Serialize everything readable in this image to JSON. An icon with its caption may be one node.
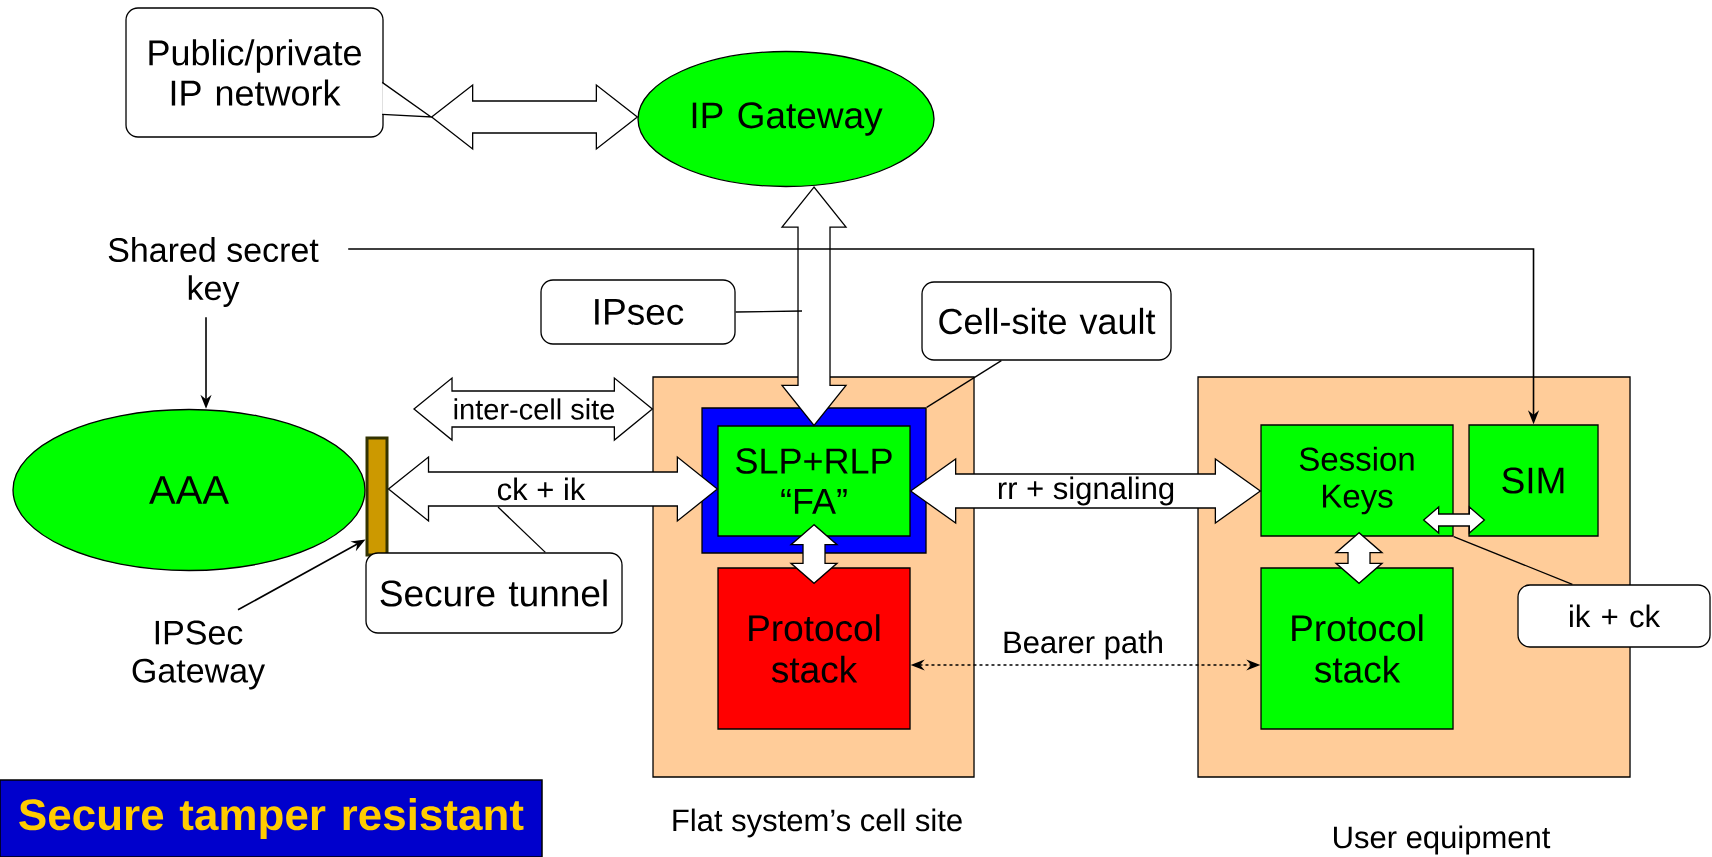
{
  "diagram": {
    "nodes": [
      {
        "text": [
          "Public/private IP network"
        ]
      },
      {
        "text": [
          "IP Gateway"
        ]
      },
      {
        "text": [
          "Shared secret key"
        ]
      },
      {
        "text": [
          "IPsec"
        ]
      },
      {
        "text": [
          "Cell-site vault"
        ]
      },
      {
        "text": [
          "AAA"
        ]
      },
      {
        "text": [],
        "shape": "bar"
      },
      {
        "text": [
          "IPSec Gateway"
        ]
      },
      {
        "text": [],
        "shape": "box",
        "beside": [
          "Flat system’s cell site"
        ]
      },
      {
        "text": [],
        "shape": "box",
        "in": 8
      },
      {
        "text": [
          "SLP+RLP “FA”"
        ],
        "in": 9
      },
      {
        "text": [
          "Protocol stack"
        ],
        "in": 8
      },
      {
        "text": [],
        "shape": "box",
        "beside": [
          "User equipment"
        ]
      },
      {
        "text": [
          "Session Keys"
        ],
        "in": 12
      },
      {
        "text": [
          "SIM"
        ],
        "in": 12
      },
      {
        "text": [
          "Protocol stack"
        ],
        "in": 12
      },
      {
        "text": [
          "ik + ck"
        ]
      },
      {
        "text": [
          "Secure tunnel"
        ]
      },
      {
        "text": [
          "Secure tamper resistant"
        ]
      }
    ],
    "edges": [
      {
        "from": 0,
        "to": 1,
        "arrow": "both"
      },
      {
        "from": 1,
        "to": 10,
        "arrow": "both"
      },
      {
        "from": 3,
        "to": null,
        "arrow": "none"
      },
      {
        "from": 4,
        "to": 9,
        "arrow": "none"
      },
      {
        "from": 2,
        "to": 14,
        "arrow": "to"
      },
      {
        "from": 2,
        "to": 5,
        "arrow": "to"
      },
      {
        "from": 7,
        "to": 6,
        "arrow": "to"
      },
      {
        "from": 6,
        "to": 10,
        "arrow": "both",
        "label": "ck + ik"
      },
      {
        "from": null,
        "to": 8,
        "arrow": "both",
        "label": "inter-cell site"
      },
      {
        "from": 17,
        "to": null,
        "arrow": "none"
      },
      {
        "from": 10,
        "to": 13,
        "arrow": "both",
        "label": "rr + signaling"
      },
      {
        "from": 10,
        "to": 11,
        "arrow": "both"
      },
      {
        "from": 11,
        "to": 15,
        "arrow": "both",
        "style": "dashed",
        "label": "Bearer path"
      },
      {
        "from": 13,
        "to": 15,
        "arrow": "both"
      },
      {
        "from": 13,
        "to": 14,
        "arrow": "both"
      },
      {
        "from": 16,
        "to": 13,
        "arrow": "none"
      }
    ]
  }
}
